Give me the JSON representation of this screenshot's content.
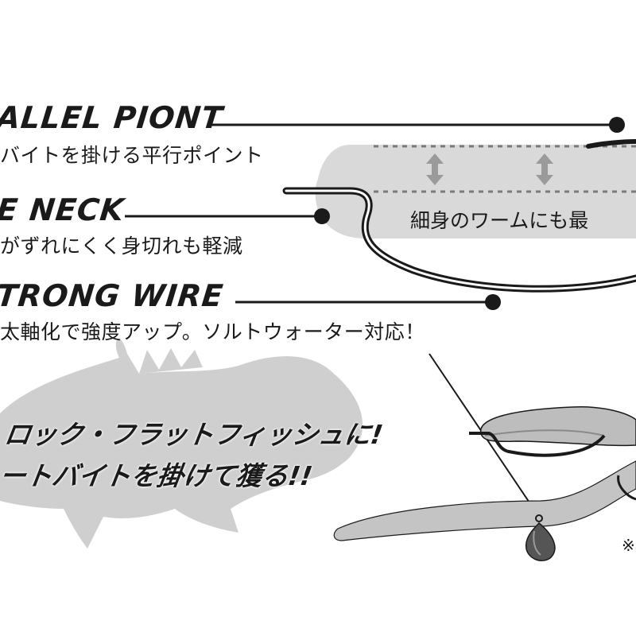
{
  "features": [
    {
      "heading": "ALLEL PIONT",
      "description": "バイトを掛ける平行ポイント"
    },
    {
      "heading": "E NECK",
      "description": "がずれにくく身切れも軽減"
    },
    {
      "heading": "TRONG WIRE",
      "description": "太軸化で強度アップ。ソルトウォーター対応！"
    }
  ],
  "worm_label": "細身のワームにも最",
  "promo": {
    "line1": "ロック・フラットフィッシュに!",
    "line2": "ートバイトを掛けて獲る!!"
  },
  "note_mark": "※",
  "colors": {
    "ink": "#1a1a1a",
    "gray_fill": "#d9d9d9",
    "fish_gray": "#cfcfcf",
    "arrow_gray": "#9a9a9a"
  }
}
